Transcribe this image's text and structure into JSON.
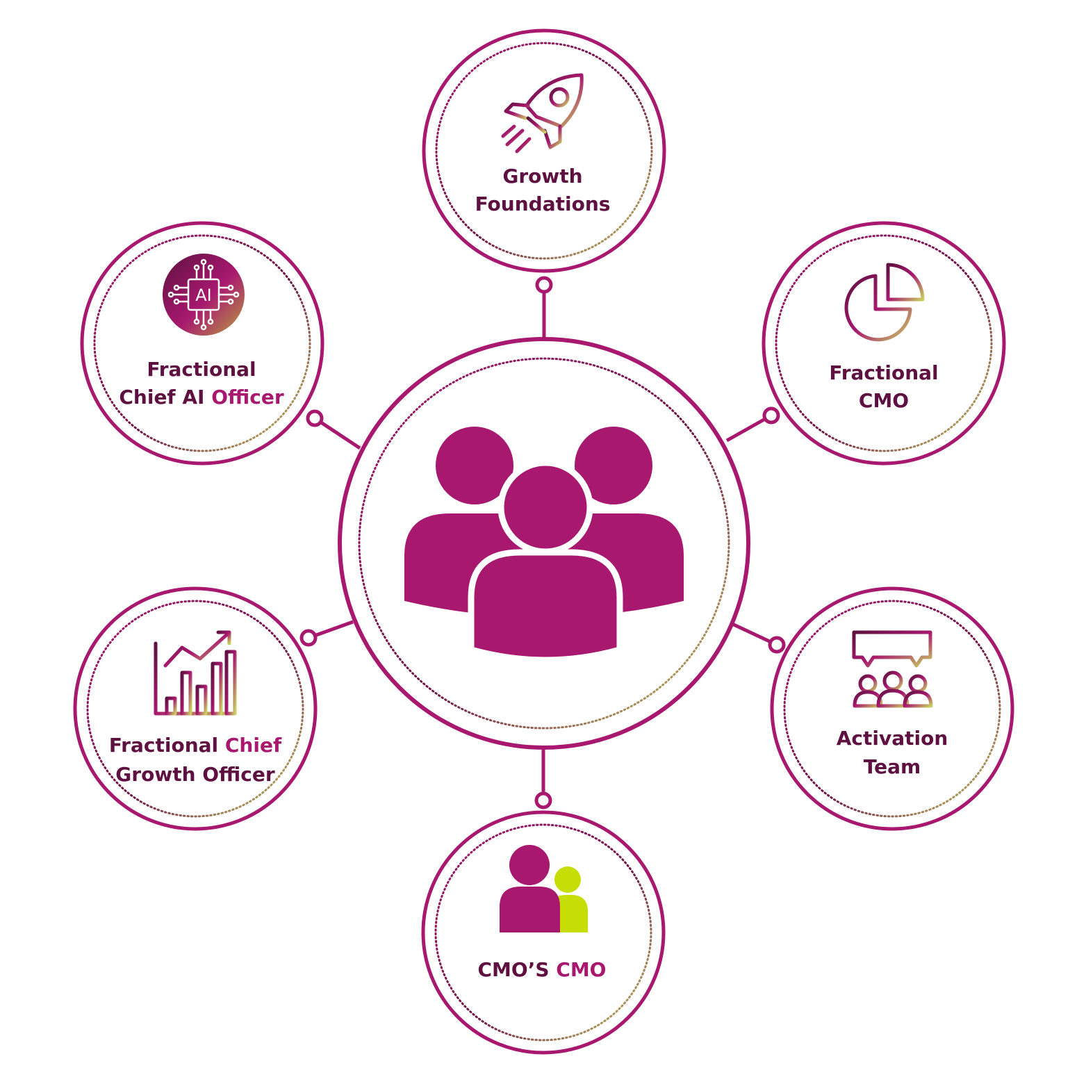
{
  "colors": {
    "magenta": "#A8186F",
    "plum": "#5E1140",
    "lime": "#C6DD06",
    "olive": "#BBBB55",
    "white": "#FFFFFF"
  },
  "center": {
    "icon": "people-group-icon"
  },
  "nodes": [
    {
      "id": "growth-foundations",
      "icon": "rocket-icon",
      "lines": [
        {
          "a": "Growth",
          "b": ""
        },
        {
          "a": "Foundations",
          "b": ""
        }
      ]
    },
    {
      "id": "fractional-cmo",
      "icon": "pie-chart-icon",
      "lines": [
        {
          "a": "Fractional",
          "b": ""
        },
        {
          "a": "CMO",
          "b": ""
        }
      ]
    },
    {
      "id": "activation-team",
      "icon": "team-presentation-icon",
      "lines": [
        {
          "a": "Activation",
          "b": ""
        },
        {
          "a": "Team",
          "b": ""
        }
      ]
    },
    {
      "id": "cmos-cmo",
      "icon": "two-people-icon",
      "lines": [
        {
          "a": "CMO’S ",
          "b": "CMO"
        }
      ]
    },
    {
      "id": "fractional-chief-growth-officer",
      "icon": "bar-chart-trend-icon",
      "lines": [
        {
          "a": "Fractional ",
          "b": "Chief"
        },
        {
          "a": "Growth Officer",
          "b": ""
        }
      ]
    },
    {
      "id": "fractional-chief-ai-officer",
      "icon": "ai-chip-icon",
      "icon_text": "AI",
      "lines": [
        {
          "a": "Fractional",
          "b": ""
        },
        {
          "a": "Chief AI ",
          "b": "Officer"
        }
      ]
    }
  ]
}
